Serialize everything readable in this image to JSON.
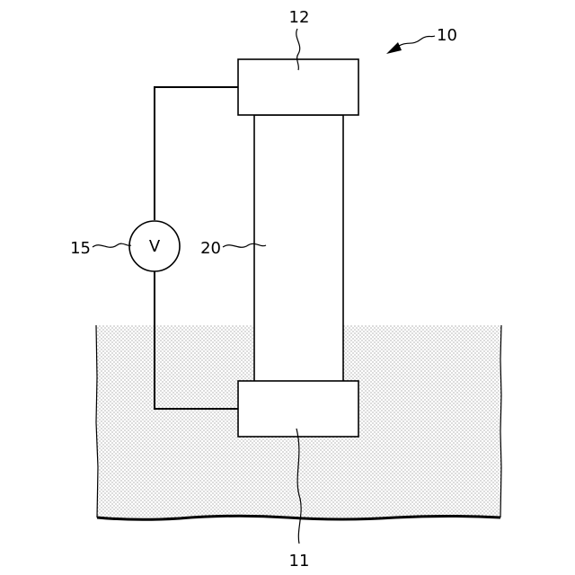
{
  "figure": {
    "reference_numerals": {
      "assembly": "10",
      "lower_block": "11",
      "upper_block": "12",
      "voltmeter": "15",
      "column": "20"
    },
    "voltmeter_symbol": "V",
    "colors": {
      "line": "#000000",
      "background": "#ffffff",
      "stipple": "#555555"
    }
  }
}
